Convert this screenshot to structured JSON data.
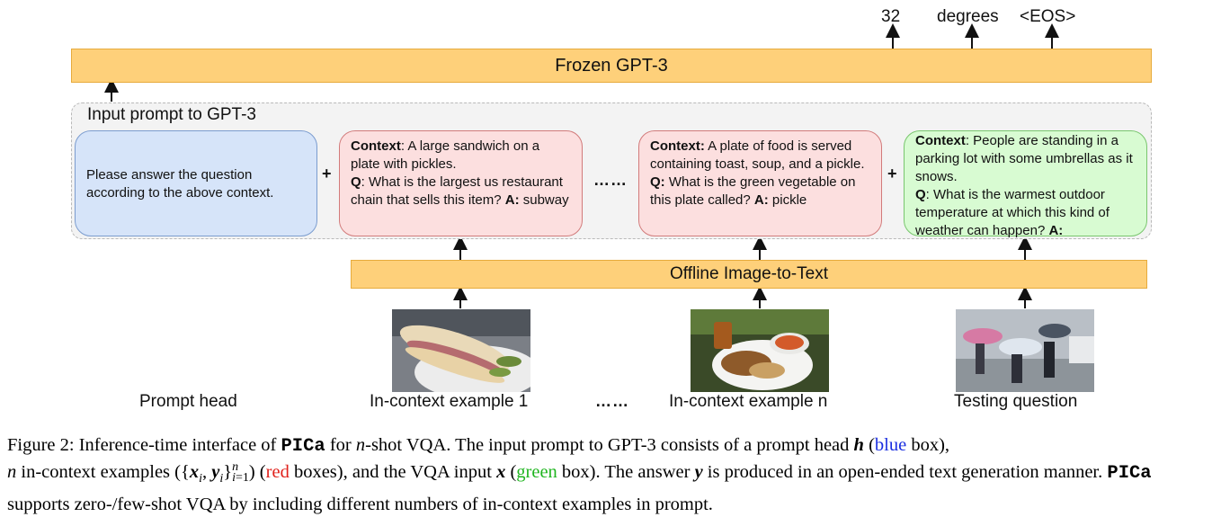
{
  "outputs": {
    "token1": "32",
    "token2": "degrees",
    "token3": "<EOS>"
  },
  "frozen_label": "Frozen GPT-3",
  "prompt_label": "Input prompt to GPT-3",
  "prompt_head": {
    "text": "Please answer the question according to the above context."
  },
  "example1": {
    "context_label": "Context",
    "context": ": A large sandwich on a plate with pickles.",
    "q_label": "Q",
    "question": ": What is the largest us restaurant chain that sells this item? ",
    "a_label": "A:",
    "answer": " subway"
  },
  "example_n": {
    "context_label": "Context:",
    "context": " A plate of food is served containing toast, soup, and a pickle.",
    "q_label": "Q:",
    "question": " What is the green vegetable on this plate called? ",
    "a_label": "A:",
    "answer": " pickle"
  },
  "test": {
    "context_label": "Context",
    "context": ": People are standing in a parking lot with some umbrellas as it snows.",
    "q_label": "Q",
    "question": ": What is the warmest outdoor temperature at which this kind of weather can happen? ",
    "a_label": "A:"
  },
  "plus": "+",
  "dots": "……",
  "offline_label": "Offline Image-to-Text",
  "labels": {
    "prompt_head": "Prompt head",
    "ex1": "In-context example 1",
    "exn": "In-context example n",
    "test": "Testing question"
  },
  "caption": {
    "p1": "Figure 2: Inference-time interface of ",
    "pica": "PICa",
    "p2": " for ",
    "n": "n",
    "p3": "-shot VQA. The input prompt to GPT-3 consists of a prompt head ",
    "h": "h",
    "p4": " (",
    "blue": "blue",
    "p5": " box),",
    "p6": " in-context examples ({",
    "xi": "x",
    "comma": ", ",
    "yi": "y",
    "range": "}",
    "p7": ") (",
    "red": "red",
    "p8": " boxes), and the VQA input ",
    "x": "x",
    "p9": " (",
    "green": "green",
    "p10": " box). The answer ",
    "y": "y",
    "p11": " is produced in an open-ended text generation manner. ",
    "pica2": "PICa",
    "p12": " supports zero-/few-shot VQA by including different numbers of in-context examples in prompt."
  }
}
